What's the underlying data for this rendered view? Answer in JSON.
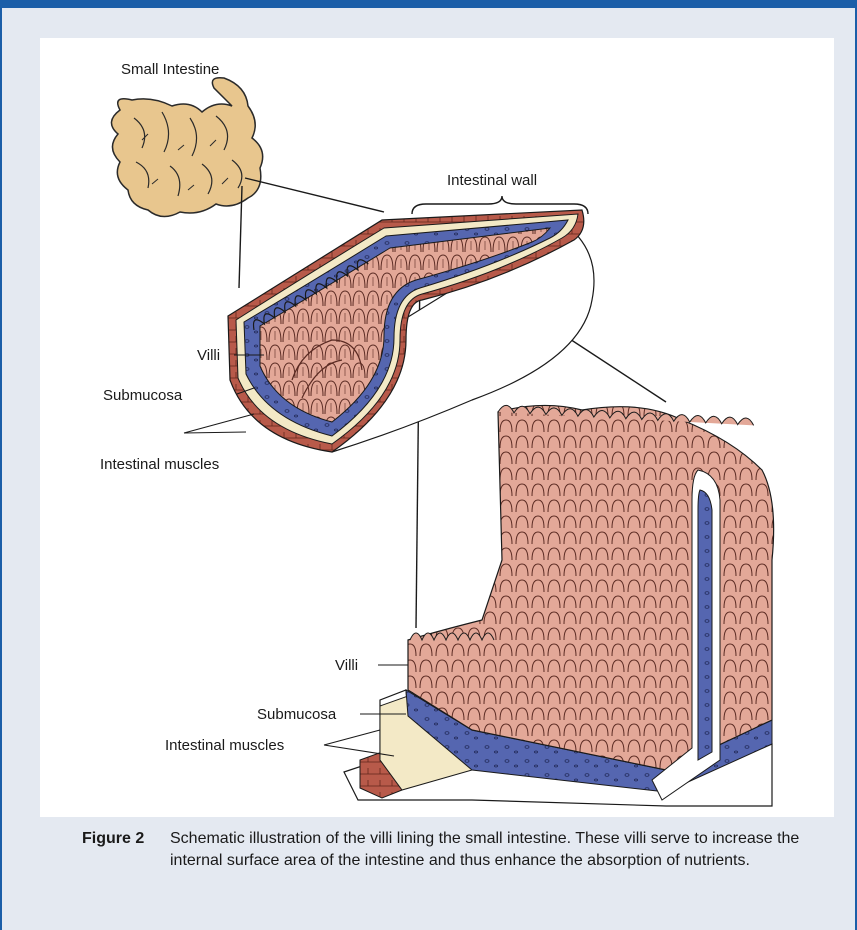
{
  "labels": {
    "small_intestine": "Small Intestine",
    "intestinal_wall": "Intestinal wall",
    "villi_top": "Villi",
    "submucosa_top": "Submucosa",
    "muscles_top": "Intestinal muscles",
    "villi_bottom": "Villi",
    "submucosa_bottom": "Submucosa",
    "muscles_bottom": "Intestinal muscles"
  },
  "caption": {
    "figure_label": "Figure 2",
    "text": "Schematic illustration of the villi lining the small intestine. These villi serve to increase the internal surface area of the intestine and thus enhance the absorption of nutrients."
  },
  "colors": {
    "frame": "#1b5ea8",
    "background": "#e4e9f1",
    "villi": "#e3a898",
    "submucosa": "#5566b0",
    "muscle": "#b85a4a",
    "intestine": "#e8c68e",
    "layer_cream": "#f3e9c6"
  }
}
